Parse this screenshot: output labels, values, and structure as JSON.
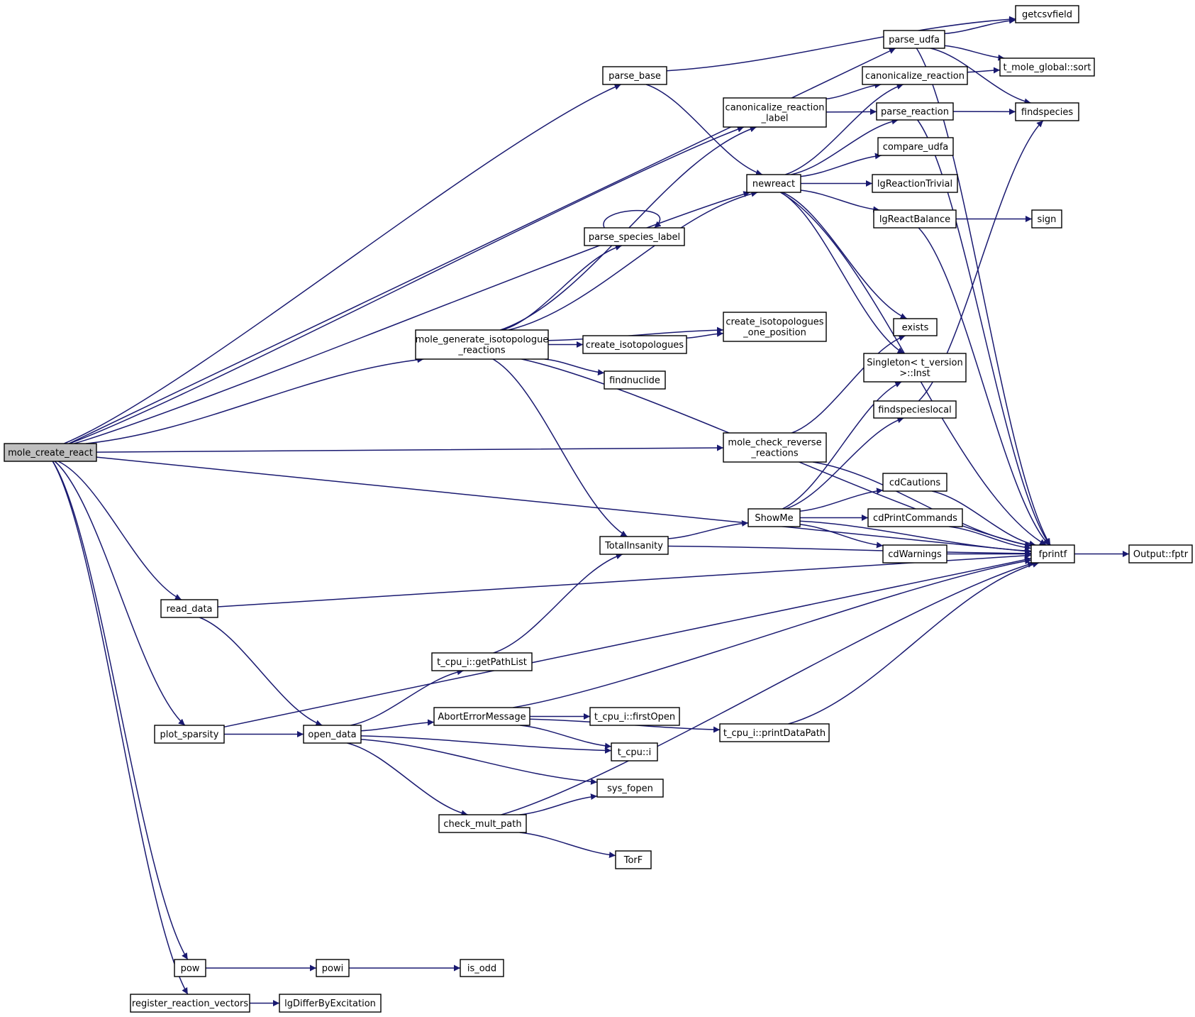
{
  "diagram": {
    "type": "call-graph",
    "edge_color": "#191970",
    "root_fill": "#bfbfbf",
    "nodes": [
      {
        "id": "mole_create_react",
        "lines": [
          "mole_create_react"
        ],
        "root": true
      },
      {
        "id": "getcsvfield",
        "lines": [
          "getcsvfield"
        ]
      },
      {
        "id": "parse_udfa",
        "lines": [
          "parse_udfa"
        ]
      },
      {
        "id": "parse_base",
        "lines": [
          "parse_base"
        ]
      },
      {
        "id": "t_mole_global_sort",
        "lines": [
          "t_mole_global::sort"
        ]
      },
      {
        "id": "canonicalize_reaction",
        "lines": [
          "canonicalize_reaction"
        ]
      },
      {
        "id": "canonicalize_reaction_label",
        "lines": [
          "canonicalize_reaction",
          "_label"
        ]
      },
      {
        "id": "parse_reaction",
        "lines": [
          "parse_reaction"
        ]
      },
      {
        "id": "findspecies",
        "lines": [
          "findspecies"
        ]
      },
      {
        "id": "compare_udfa",
        "lines": [
          "compare_udfa"
        ]
      },
      {
        "id": "newreact",
        "lines": [
          "newreact"
        ]
      },
      {
        "id": "lgReactionTrivial",
        "lines": [
          "lgReactionTrivial"
        ]
      },
      {
        "id": "lgReactBalance",
        "lines": [
          "lgReactBalance"
        ]
      },
      {
        "id": "sign",
        "lines": [
          "sign"
        ]
      },
      {
        "id": "parse_species_label",
        "lines": [
          "parse_species_label"
        ]
      },
      {
        "id": "create_isotopologues_one_position",
        "lines": [
          "create_isotopologues",
          "_one_position"
        ]
      },
      {
        "id": "exists",
        "lines": [
          "exists"
        ]
      },
      {
        "id": "mole_generate_isotopologue_reactions",
        "lines": [
          "mole_generate_isotopologue",
          "_reactions"
        ]
      },
      {
        "id": "create_isotopologues",
        "lines": [
          "create_isotopologues"
        ]
      },
      {
        "id": "singleton_inst",
        "lines": [
          "Singleton< t_version",
          ">::Inst"
        ]
      },
      {
        "id": "findnuclide",
        "lines": [
          "findnuclide"
        ]
      },
      {
        "id": "findspecieslocal",
        "lines": [
          "findspecieslocal"
        ]
      },
      {
        "id": "mole_check_reverse_reactions",
        "lines": [
          "mole_check_reverse",
          "_reactions"
        ]
      },
      {
        "id": "cdCautions",
        "lines": [
          "cdCautions"
        ]
      },
      {
        "id": "ShowMe",
        "lines": [
          "ShowMe"
        ]
      },
      {
        "id": "cdPrintCommands",
        "lines": [
          "cdPrintCommands"
        ]
      },
      {
        "id": "TotalInsanity",
        "lines": [
          "TotalInsanity"
        ]
      },
      {
        "id": "cdWarnings",
        "lines": [
          "cdWarnings"
        ]
      },
      {
        "id": "fprintf",
        "lines": [
          "fprintf"
        ]
      },
      {
        "id": "Output_fptr",
        "lines": [
          "Output::fptr"
        ]
      },
      {
        "id": "read_data",
        "lines": [
          "read_data"
        ]
      },
      {
        "id": "getPathList",
        "lines": [
          "t_cpu_i::getPathList"
        ]
      },
      {
        "id": "AbortErrorMessage",
        "lines": [
          "AbortErrorMessage"
        ]
      },
      {
        "id": "firstOpen",
        "lines": [
          "t_cpu_i::firstOpen"
        ]
      },
      {
        "id": "printDataPath",
        "lines": [
          "t_cpu_i::printDataPath"
        ]
      },
      {
        "id": "plot_sparsity",
        "lines": [
          "plot_sparsity"
        ]
      },
      {
        "id": "open_data",
        "lines": [
          "open_data"
        ]
      },
      {
        "id": "t_cpu_i",
        "lines": [
          "t_cpu::i"
        ]
      },
      {
        "id": "sys_fopen",
        "lines": [
          "sys_fopen"
        ]
      },
      {
        "id": "check_mult_path",
        "lines": [
          "check_mult_path"
        ]
      },
      {
        "id": "TorF",
        "lines": [
          "TorF"
        ]
      },
      {
        "id": "pow",
        "lines": [
          "pow"
        ]
      },
      {
        "id": "powi",
        "lines": [
          "powi"
        ]
      },
      {
        "id": "is_odd",
        "lines": [
          "is_odd"
        ]
      },
      {
        "id": "register_reaction_vectors",
        "lines": [
          "register_reaction_vectors"
        ]
      },
      {
        "id": "lgDifferByExcitation",
        "lines": [
          "lgDifferByExcitation"
        ]
      }
    ],
    "edges": [
      [
        "mole_create_react",
        "parse_udfa"
      ],
      [
        "mole_create_react",
        "parse_base"
      ],
      [
        "mole_create_react",
        "canonicalize_reaction_label"
      ],
      [
        "mole_create_react",
        "newreact"
      ],
      [
        "mole_create_react",
        "mole_generate_isotopologue_reactions"
      ],
      [
        "mole_create_react",
        "mole_check_reverse_reactions"
      ],
      [
        "mole_create_react",
        "read_data"
      ],
      [
        "mole_create_react",
        "plot_sparsity"
      ],
      [
        "mole_create_react",
        "fprintf"
      ],
      [
        "mole_create_react",
        "pow"
      ],
      [
        "mole_create_react",
        "register_reaction_vectors"
      ],
      [
        "parse_udfa",
        "getcsvfield"
      ],
      [
        "parse_udfa",
        "t_mole_global_sort"
      ],
      [
        "parse_udfa",
        "findspecies"
      ],
      [
        "parse_udfa",
        "fprintf"
      ],
      [
        "parse_base",
        "getcsvfield"
      ],
      [
        "parse_base",
        "newreact"
      ],
      [
        "canonicalize_reaction_label",
        "canonicalize_reaction"
      ],
      [
        "canonicalize_reaction_label",
        "parse_reaction"
      ],
      [
        "canonicalize_reaction",
        "t_mole_global_sort"
      ],
      [
        "parse_reaction",
        "findspecies"
      ],
      [
        "parse_reaction",
        "fprintf"
      ],
      [
        "newreact",
        "canonicalize_reaction"
      ],
      [
        "newreact",
        "parse_reaction"
      ],
      [
        "newreact",
        "compare_udfa"
      ],
      [
        "newreact",
        "lgReactionTrivial"
      ],
      [
        "newreact",
        "lgReactBalance"
      ],
      [
        "newreact",
        "fprintf"
      ],
      [
        "newreact",
        "exists"
      ],
      [
        "newreact",
        "singleton_inst"
      ],
      [
        "lgReactBalance",
        "sign"
      ],
      [
        "lgReactBalance",
        "fprintf"
      ],
      [
        "parse_species_label",
        "parse_species_label"
      ],
      [
        "mole_generate_isotopologue_reactions",
        "canonicalize_reaction_label"
      ],
      [
        "mole_generate_isotopologue_reactions",
        "parse_species_label"
      ],
      [
        "mole_generate_isotopologue_reactions",
        "newreact"
      ],
      [
        "mole_generate_isotopologue_reactions",
        "create_isotopologues_one_position"
      ],
      [
        "mole_generate_isotopologue_reactions",
        "create_isotopologues"
      ],
      [
        "mole_generate_isotopologue_reactions",
        "findnuclide"
      ],
      [
        "mole_generate_isotopologue_reactions",
        "fprintf"
      ],
      [
        "mole_generate_isotopologue_reactions",
        "TotalInsanity"
      ],
      [
        "create_isotopologues",
        "create_isotopologues_one_position"
      ],
      [
        "findspecieslocal",
        "findspecies"
      ],
      [
        "mole_check_reverse_reactions",
        "exists"
      ],
      [
        "mole_check_reverse_reactions",
        "fprintf"
      ],
      [
        "TotalInsanity",
        "ShowMe"
      ],
      [
        "TotalInsanity",
        "fprintf"
      ],
      [
        "ShowMe",
        "singleton_inst"
      ],
      [
        "ShowMe",
        "findspecieslocal"
      ],
      [
        "ShowMe",
        "cdCautions"
      ],
      [
        "ShowMe",
        "cdPrintCommands"
      ],
      [
        "ShowMe",
        "cdWarnings"
      ],
      [
        "ShowMe",
        "fprintf"
      ],
      [
        "cdCautions",
        "fprintf"
      ],
      [
        "cdPrintCommands",
        "fprintf"
      ],
      [
        "cdWarnings",
        "fprintf"
      ],
      [
        "fprintf",
        "Output_fptr"
      ],
      [
        "read_data",
        "fprintf"
      ],
      [
        "read_data",
        "open_data"
      ],
      [
        "getPathList",
        "TotalInsanity"
      ],
      [
        "AbortErrorMessage",
        "fprintf"
      ],
      [
        "AbortErrorMessage",
        "firstOpen"
      ],
      [
        "AbortErrorMessage",
        "printDataPath"
      ],
      [
        "AbortErrorMessage",
        "t_cpu_i"
      ],
      [
        "printDataPath",
        "fprintf"
      ],
      [
        "plot_sparsity",
        "open_data"
      ],
      [
        "plot_sparsity",
        "fprintf"
      ],
      [
        "open_data",
        "getPathList"
      ],
      [
        "open_data",
        "AbortErrorMessage"
      ],
      [
        "open_data",
        "t_cpu_i"
      ],
      [
        "open_data",
        "sys_fopen"
      ],
      [
        "open_data",
        "check_mult_path"
      ],
      [
        "check_mult_path",
        "sys_fopen"
      ],
      [
        "check_mult_path",
        "fprintf"
      ],
      [
        "check_mult_path",
        "TorF"
      ],
      [
        "pow",
        "powi"
      ],
      [
        "powi",
        "is_odd"
      ],
      [
        "register_reaction_vectors",
        "lgDifferByExcitation"
      ]
    ]
  }
}
